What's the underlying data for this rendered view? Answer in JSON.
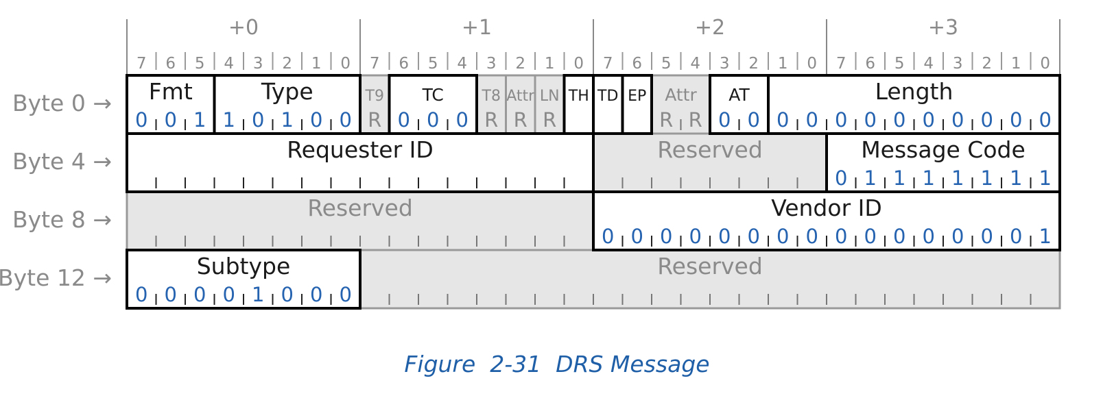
{
  "byte_offsets": [
    "+0",
    "+1",
    "+2",
    "+3"
  ],
  "bit_numbers": [
    "7",
    "6",
    "5",
    "4",
    "3",
    "2",
    "1",
    "0"
  ],
  "row_labels": [
    "Byte 0 →",
    "Byte 4 →",
    "Byte 8 →",
    "Byte 12 →"
  ],
  "rows": [
    [
      {
        "id": "fmt",
        "label": "Fmt",
        "bits": [
          "0",
          "0",
          "1"
        ],
        "reserved": false
      },
      {
        "id": "type",
        "label": "Type",
        "bits": [
          "1",
          "0",
          "1",
          "0",
          "0"
        ],
        "reserved": false
      },
      {
        "id": "t9",
        "label": "T9",
        "bits": [
          "R"
        ],
        "reserved": true
      },
      {
        "id": "tc",
        "label": "TC",
        "bits": [
          "0",
          "0",
          "0"
        ],
        "reserved": false
      },
      {
        "id": "t8",
        "label": "T8",
        "bits": [
          "R"
        ],
        "reserved": true
      },
      {
        "id": "attr-a",
        "label": "Attr",
        "bits": [
          "R"
        ],
        "reserved": true
      },
      {
        "id": "ln",
        "label": "LN",
        "bits": [
          "R"
        ],
        "reserved": true
      },
      {
        "id": "th",
        "label": "TH",
        "bits": [
          ""
        ],
        "reserved": false
      },
      {
        "id": "td",
        "label": "TD",
        "bits": [
          ""
        ],
        "reserved": false
      },
      {
        "id": "ep",
        "label": "EP",
        "bits": [
          ""
        ],
        "reserved": false
      },
      {
        "id": "attr-b",
        "label": "Attr",
        "bits": [
          "R",
          "R"
        ],
        "reserved": true
      },
      {
        "id": "at",
        "label": "AT",
        "bits": [
          "0",
          "0"
        ],
        "reserved": false
      },
      {
        "id": "length",
        "label": "Length",
        "bits": [
          "0",
          "0",
          "0",
          "0",
          "0",
          "0",
          "0",
          "0",
          "0",
          "0"
        ],
        "reserved": false
      }
    ],
    [
      {
        "id": "requester-id",
        "label": "Requester ID",
        "bits": [
          "",
          "",
          "",
          "",
          "",
          "",
          "",
          "",
          "",
          "",
          "",
          "",
          "",
          "",
          "",
          ""
        ],
        "reserved": false
      },
      {
        "id": "reserved-b4",
        "label": "Reserved",
        "bits": [
          "",
          "",
          "",
          "",
          "",
          "",
          "",
          ""
        ],
        "reserved": true
      },
      {
        "id": "message-code",
        "label": "Message Code",
        "bits": [
          "0",
          "1",
          "1",
          "1",
          "1",
          "1",
          "1",
          "1"
        ],
        "reserved": false
      }
    ],
    [
      {
        "id": "reserved-b8",
        "label": "Reserved",
        "bits": [
          "",
          "",
          "",
          "",
          "",
          "",
          "",
          "",
          "",
          "",
          "",
          "",
          "",
          "",
          "",
          ""
        ],
        "reserved": true
      },
      {
        "id": "vendor-id",
        "label": "Vendor ID",
        "bits": [
          "0",
          "0",
          "0",
          "0",
          "0",
          "0",
          "0",
          "0",
          "0",
          "0",
          "0",
          "0",
          "0",
          "0",
          "0",
          "1"
        ],
        "reserved": false
      }
    ],
    [
      {
        "id": "subtype",
        "label": "Subtype",
        "bits": [
          "0",
          "0",
          "0",
          "0",
          "1",
          "0",
          "0",
          "0"
        ],
        "reserved": false
      },
      {
        "id": "reserved-b12",
        "label": "Reserved",
        "bits": [
          "",
          "",
          "",
          "",
          "",
          "",
          "",
          "",
          "",
          "",
          "",
          "",
          "",
          "",
          "",
          "",
          "",
          "",
          "",
          "",
          "",
          "",
          "",
          ""
        ],
        "reserved": true
      }
    ]
  ],
  "caption": "Figure  2-31  DRS Message",
  "colors": {
    "text": "#1a1a1a",
    "muted": "#8a8a8a",
    "bit_value": "#2563b0",
    "reserved_fill": "#e6e6e6",
    "reserved_border": "#999999",
    "border": "#000000",
    "caption": "#1f5fa8"
  }
}
